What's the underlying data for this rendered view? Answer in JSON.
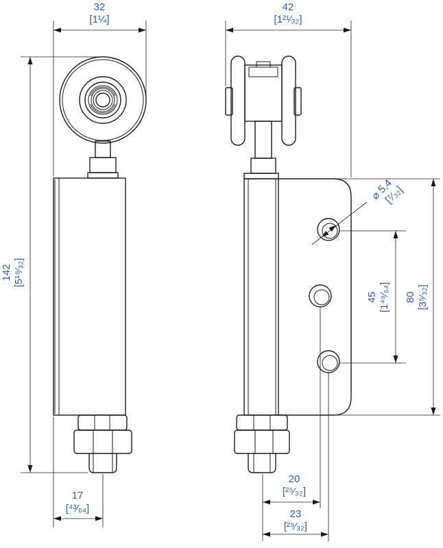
{
  "dimensions": {
    "front_width": {
      "value": "32",
      "imperial": "[1¼]"
    },
    "side_width": {
      "value": "42",
      "imperial": "[1²¹⁄₃₂]"
    },
    "total_height": {
      "value": "142",
      "imperial": "[5¹⁹⁄₃₂]"
    },
    "bolt_offset": {
      "value": "17",
      "imperial": "[⁴³⁄₆₄]"
    },
    "hole_diameter": {
      "value": "⌀ 5,4",
      "imperial": "[⁷⁄₃₂]"
    },
    "hole_spacing": {
      "value": "45",
      "imperial": "[1⁴⁹⁄₆₄]"
    },
    "plate_height": {
      "value": "80",
      "imperial": "[3⁵⁄₃₂]"
    },
    "hole_edge_20": {
      "value": "20",
      "imperial": "[²⁵⁄₃₂]"
    },
    "hole_edge_23": {
      "value": "23",
      "imperial": "[²⁹⁄₃₂]"
    }
  }
}
